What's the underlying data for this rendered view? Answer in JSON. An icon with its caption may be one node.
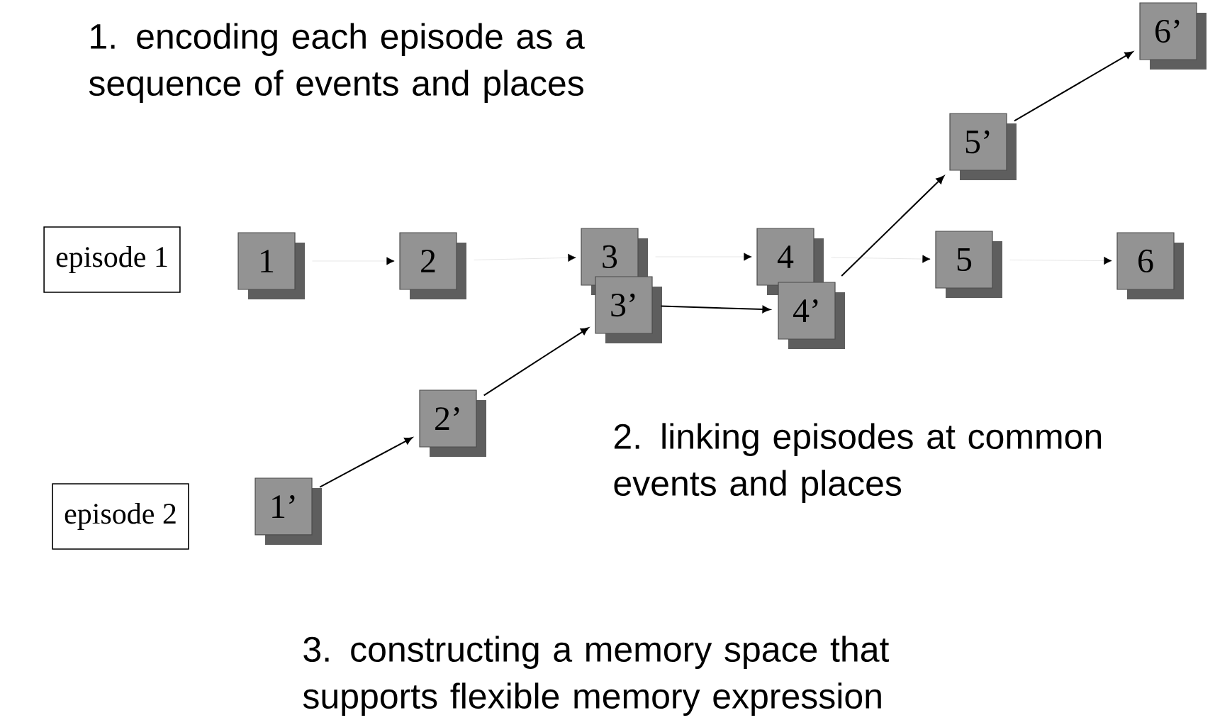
{
  "diagram": {
    "nodes": [
      {
        "text": [
          "episode 1"
        ]
      },
      {
        "text": [
          "1"
        ]
      },
      {
        "text": [
          "2"
        ]
      },
      {
        "text": [
          "3"
        ]
      },
      {
        "text": [
          "4"
        ]
      },
      {
        "text": [
          "5"
        ]
      },
      {
        "text": [
          "6"
        ]
      },
      {
        "text": [
          "episode 2"
        ]
      },
      {
        "text": [
          "1’"
        ]
      },
      {
        "text": [
          "2’"
        ]
      },
      {
        "text": [
          "3’"
        ]
      },
      {
        "text": [
          "4’"
        ]
      },
      {
        "text": [
          "5’"
        ]
      },
      {
        "text": [
          "6’"
        ]
      }
    ],
    "edges": [
      {
        "from": 1,
        "to": 2,
        "arrow": "to",
        "color": "#e0e0e0"
      },
      {
        "from": 2,
        "to": 3,
        "arrow": "to",
        "color": "#e0e0e0"
      },
      {
        "from": 3,
        "to": 4,
        "arrow": "to",
        "color": "#e0e0e0"
      },
      {
        "from": 4,
        "to": 5,
        "arrow": "to",
        "color": "#e0e0e0"
      },
      {
        "from": 5,
        "to": 6,
        "arrow": "to",
        "color": "#e0e0e0"
      },
      {
        "from": 8,
        "to": 9,
        "arrow": "to",
        "color": "#000000"
      },
      {
        "from": 9,
        "to": 10,
        "arrow": "to",
        "color": "#000000"
      },
      {
        "from": 10,
        "to": 11,
        "arrow": "to",
        "color": "#000000"
      },
      {
        "from": 11,
        "to": 12,
        "arrow": "to",
        "color": "#000000"
      },
      {
        "from": 12,
        "to": 13,
        "arrow": "to",
        "color": "#000000"
      }
    ],
    "labels": [
      "1. encoding each episode as a sequence of events and places",
      "2. linking episodes at common events and places",
      "3. constructing a memory space that supports flexible memory expression"
    ]
  }
}
